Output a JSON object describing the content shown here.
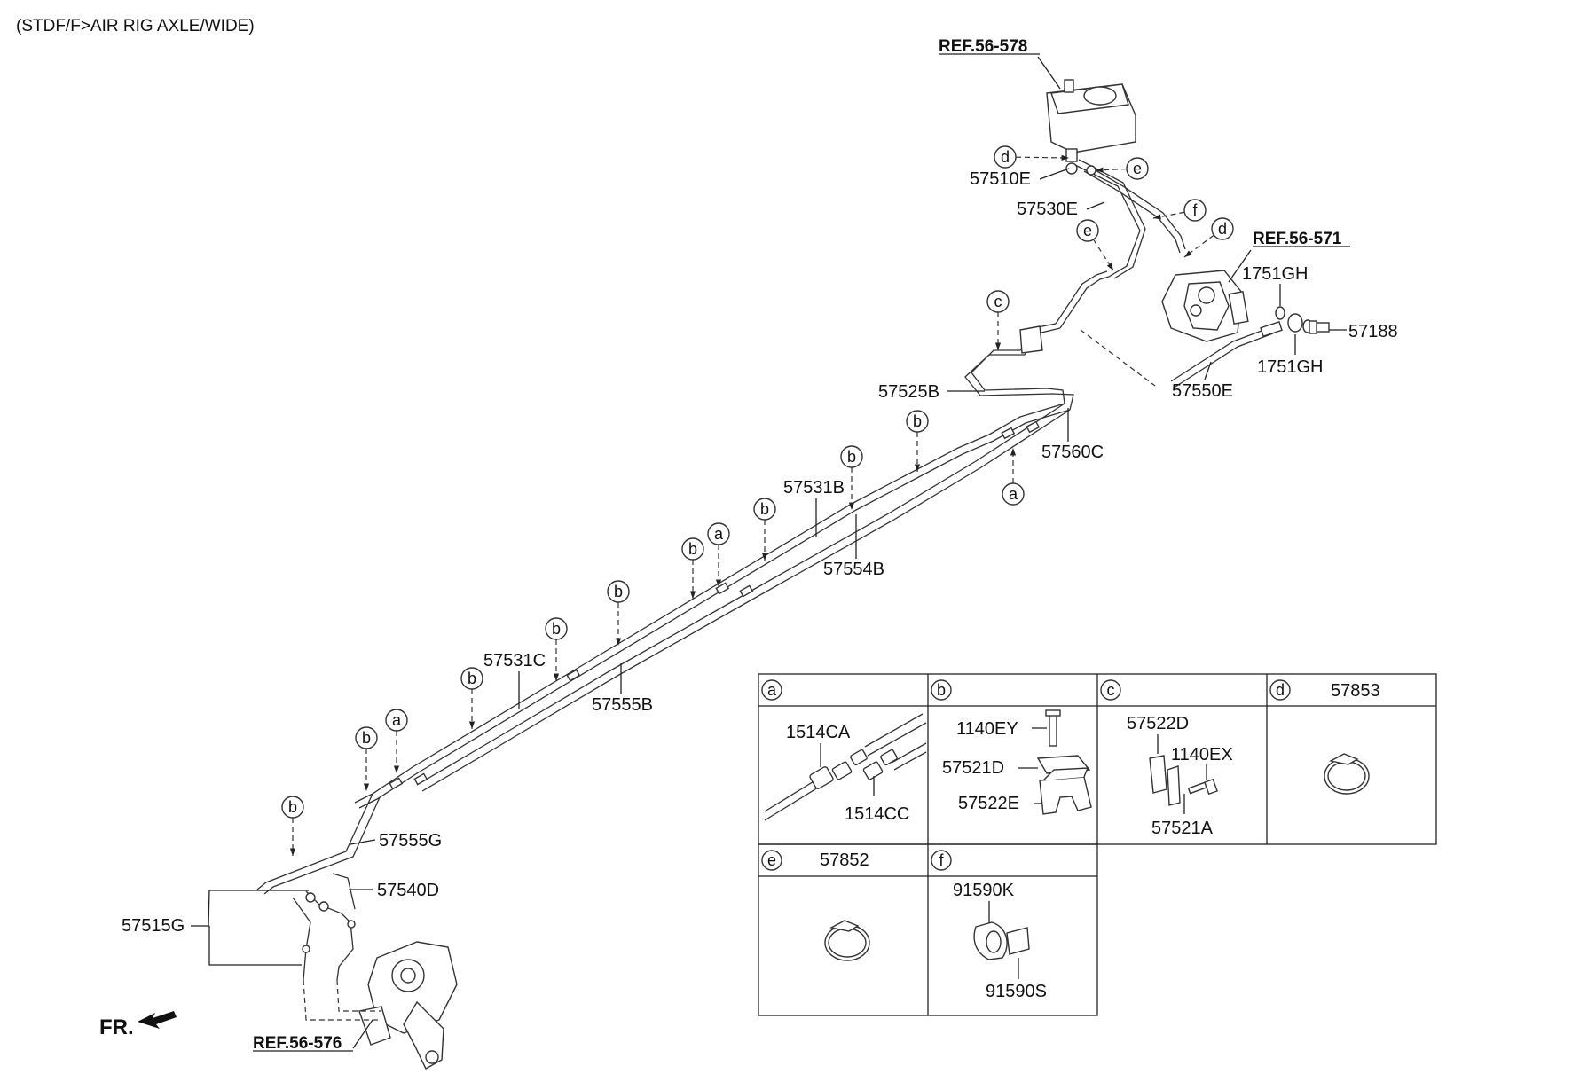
{
  "title": "(STDF/F>AIR RIG AXLE/WIDE)",
  "refs": {
    "r578": "REF.56-578",
    "r571": "REF.56-571",
    "r576": "REF.56-576"
  },
  "fr": "FR.",
  "labels": {
    "l57510E": "57510E",
    "l57530E": "57530E",
    "l1751GH_a": "1751GH",
    "l57188": "57188",
    "l1751GH_b": "1751GH",
    "l57550E": "57550E",
    "l57525B": "57525B",
    "l57560C": "57560C",
    "l57531B": "57531B",
    "l57554B": "57554B",
    "l57531C": "57531C",
    "l57555B": "57555B",
    "l57555G": "57555G",
    "l57540D": "57540D",
    "l57515G": "57515G"
  },
  "callouts": {
    "a": "a",
    "b": "b",
    "c": "c",
    "d": "d",
    "e": "e",
    "f": "f"
  },
  "legend": {
    "a": {
      "letter": "a",
      "part": "",
      "labels": [
        "1514CA",
        "1514CC"
      ]
    },
    "b": {
      "letter": "b",
      "part": "",
      "labels": [
        "1140EY",
        "57521D",
        "57522E"
      ]
    },
    "c": {
      "letter": "c",
      "part": "",
      "labels": [
        "57522D",
        "1140EX",
        "57521A"
      ]
    },
    "d": {
      "letter": "d",
      "part": "57853",
      "labels": []
    },
    "e": {
      "letter": "e",
      "part": "57852",
      "labels": []
    },
    "f": {
      "letter": "f",
      "part": "",
      "labels": [
        "91590K",
        "91590S"
      ]
    }
  }
}
